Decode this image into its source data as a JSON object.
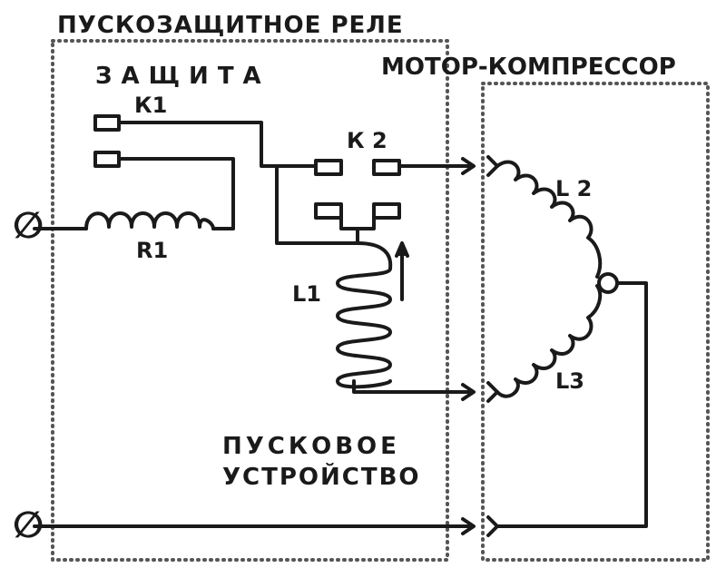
{
  "labels": {
    "relay_title": "ПУСКОЗАЩИТНОЕ РЕЛЕ",
    "motor_title": "МОТОР-КОМПРЕССОР",
    "protection": "ЗАЩИТА",
    "k1": "К1",
    "k2": "К 2",
    "r1": "R1",
    "l1": "L1",
    "l2": "L 2",
    "l3": "L3",
    "start_device_line1": "ПУСКОВОЕ",
    "start_device_line2": "УСТРОЙСТВО",
    "terminal_symbol": "∅"
  },
  "colors": {
    "ink": "#1a1a1a",
    "dotted_border": "#555555",
    "background": "#ffffff"
  }
}
